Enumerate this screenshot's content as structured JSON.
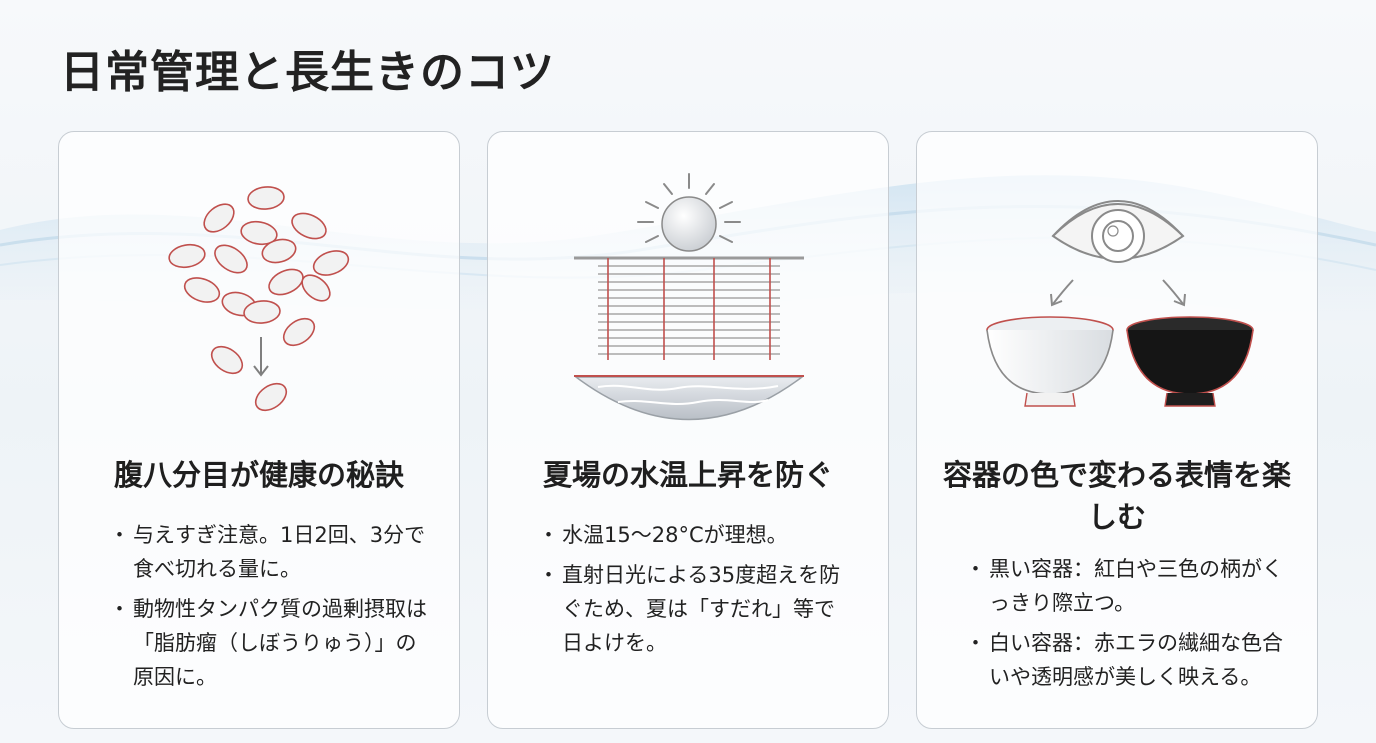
{
  "page": {
    "title": "日常管理と長生きのコツ"
  },
  "cards": [
    {
      "icon": "pills-scatter-icon",
      "title": "腹八分目が健康の秘訣",
      "bullets": [
        "与えすぎ注意。1日2回、3分で食べ切れる量に。",
        "動物性タンパク質の過剰摂取は「脂肪瘤（しぼうりゅう）」の原因に。"
      ]
    },
    {
      "icon": "sun-sudare-water-icon",
      "title": "夏場の水温上昇を防ぐ",
      "bullets": [
        "水温15〜28°Cが理想。",
        "直射日光による35度超えを防ぐため、夏は「すだれ」等で日よけを。"
      ]
    },
    {
      "icon": "eye-bowls-icon",
      "title": "容器の色で変わる表情を楽しむ",
      "bullets": [
        "黒い容器：紅白や三色の柄がくっきり際立つ。",
        "白い容器：赤エラの繊細な色合いや透明感が美しく映える。"
      ]
    }
  ],
  "colors": {
    "accent_outline": "#c0504d",
    "icon_stroke": "#8a8a8a",
    "card_border": "#c7cdd3"
  }
}
